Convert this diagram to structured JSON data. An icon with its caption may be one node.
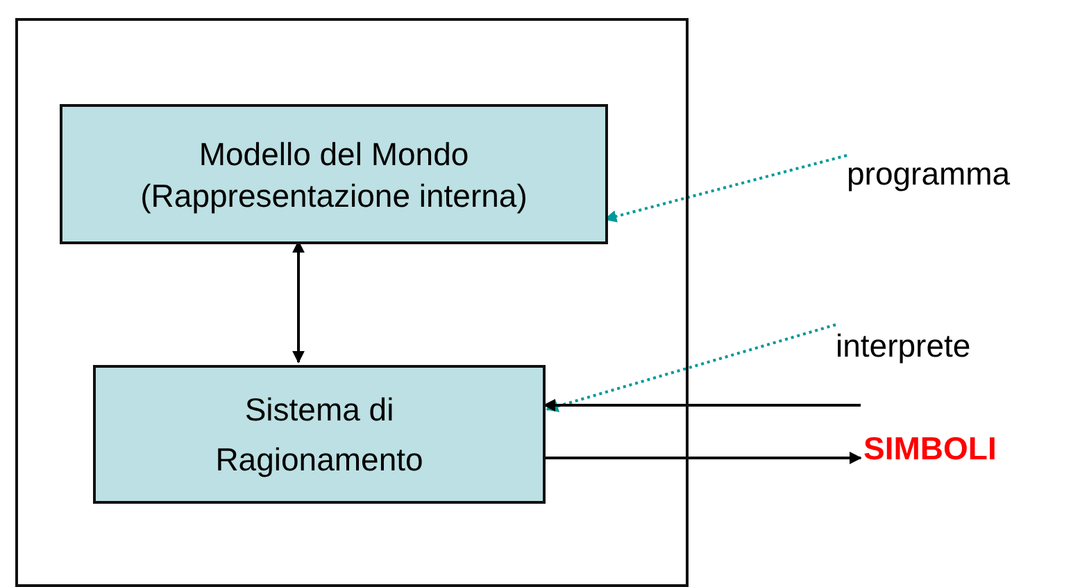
{
  "diagram": {
    "nodes": [
      {
        "text": [],
        "shape": "box"
      },
      {
        "text": [
          "Modello del Mondo (Rappresentazione interna)"
        ],
        "in": 0
      },
      {
        "text": [
          "Sistema di Ragionamento"
        ],
        "in": 0
      },
      {
        "text": [
          "programma"
        ]
      },
      {
        "text": [
          "interprete"
        ]
      },
      {
        "text": [
          "SIMBOLI"
        ]
      }
    ],
    "edges": [
      {
        "from": 1,
        "to": 2,
        "arrow": "both"
      },
      {
        "from": 3,
        "to": 1,
        "arrow": "to",
        "style": "dashed",
        "color": "#009999"
      },
      {
        "from": 4,
        "to": 2,
        "arrow": "to",
        "style": "dashed",
        "color": "#009999"
      },
      {
        "from": 5,
        "to": 2,
        "arrow": "to"
      },
      {
        "from": 2,
        "to": 5,
        "arrow": "to"
      }
    ]
  }
}
